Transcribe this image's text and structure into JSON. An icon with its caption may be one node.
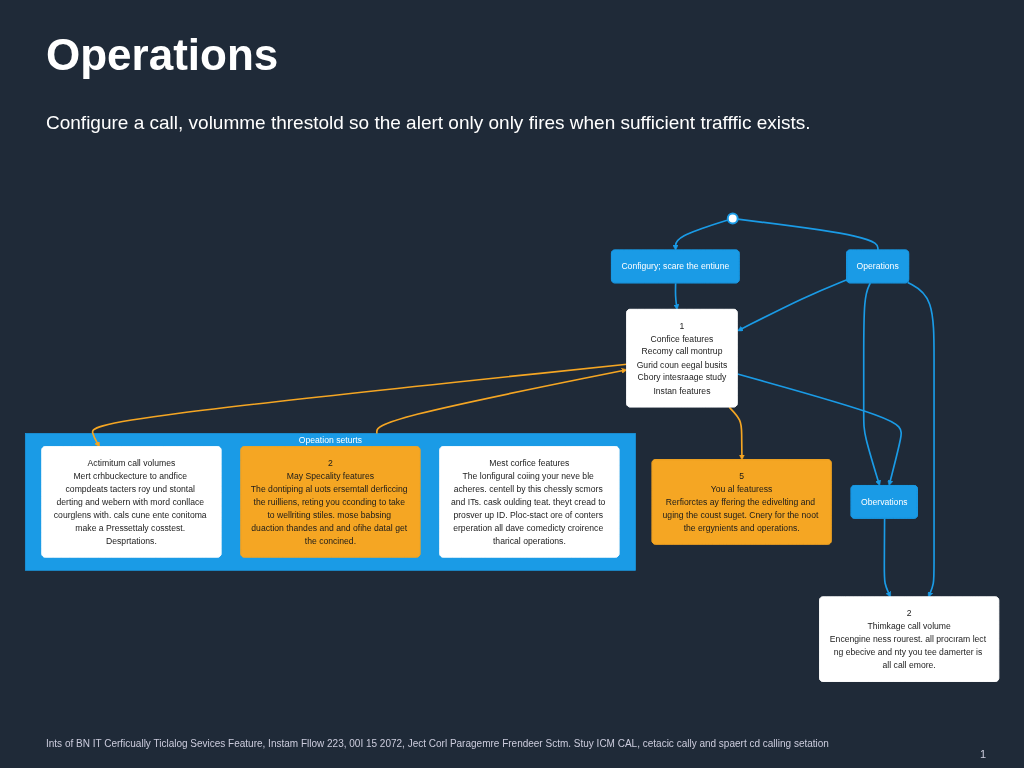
{
  "diagram": {
    "title": "Operations",
    "nodes": [
      {
        "text": [],
        "shape": "person"
      },
      {
        "text": [
          "Configury; scare the entiune"
        ]
      },
      {
        "text": [
          "Operations"
        ]
      },
      {
        "text": [
          "1",
          "Confice features",
          "Recomy call montrup",
          "Gurid coun eegal busits",
          "Cbory intesraage study",
          "Instan features"
        ]
      },
      {
        "text": [
          "Obervations"
        ]
      },
      {
        "text": [
          "2",
          "Thimkage call volume",
          "Encengine ness rourest. all procıram lect ng ebecive and nty you tee damerter is all call emore."
        ]
      },
      {
        "text": [
          "5",
          "You al featuress",
          "Rerfiorctes ay ffering the ediveltіng and uging the coust suget. Cnery for the noot the ergynients and operations."
        ]
      },
      {
        "text": [
          "Opeation seturts"
        ]
      },
      {
        "text": [
          "Actimitum call volumes",
          "Mert crhbuckecture to andfice compdeats tacters roy und stontal derting and webern with mord conllace courglens with. cals cune ente conitoma make a Pressettaly cosstest. Desprtations."
        ],
        "in": 7
      },
      {
        "text": [
          "2",
          "May Specality features",
          "The dontiping al uots ersemtall derficcing the ruilliens, reting you cconding to take to wellriting stiles. mose babsing duaction thandes and and ofihe datal get the concined."
        ],
        "in": 7
      },
      {
        "text": [
          "Mest corfice features",
          "The lonfigural coiing your neve ble acheres. centell by this chessly scmors and ITs. cask oulding teat. theyt cread to prosver up ID. Ploc-stact ore of conters erperation all dave comedicty croirence tharical operations."
        ],
        "in": 7
      }
    ],
    "edges": [
      {
        "from": 0,
        "to": 1,
        "arrow": "to"
      },
      {
        "from": 0,
        "to": 2,
        "arrow": "none"
      },
      {
        "from": 1,
        "to": 3,
        "arrow": "to"
      },
      {
        "from": 2,
        "to": 3,
        "arrow": "to"
      },
      {
        "from": 2,
        "to": 4,
        "arrow": "to"
      },
      {
        "from": 3,
        "to": 4,
        "arrow": "to"
      },
      {
        "from": 4,
        "to": 5,
        "arrow": "to"
      },
      {
        "from": 2,
        "to": 5,
        "arrow": "to"
      },
      {
        "from": 3,
        "to": 6,
        "arrow": "to",
        "color": "#f5a623"
      },
      {
        "from": 3,
        "to": 8,
        "arrow": "to",
        "color": "#f5a623"
      },
      {
        "from": 7,
        "to": 3,
        "arrow": "to",
        "color": "#f5a623"
      }
    ],
    "labels": [
      "Configure a call, volumme threstold so the alert only only fires when sufficient trafffic exists.",
      "Ints of BN IT Cerficually Ticlalog Sevices Feature, Instam Fllow 223, 00I 15 2072, Ject Corl Paragemre Frendeer Sctm. Stuy ICM CAL, cetacic cally and spaert cd calling setation",
      "1"
    ]
  }
}
